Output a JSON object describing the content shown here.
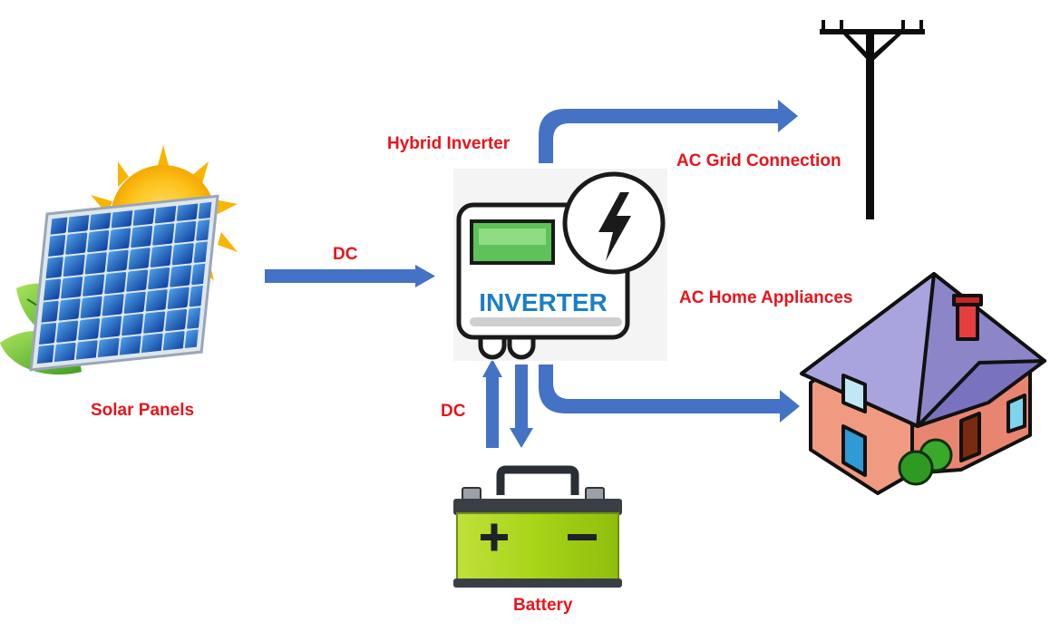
{
  "labels": {
    "hybrid_inverter": "Hybrid Inverter",
    "ac_grid": "AC Grid Connection",
    "ac_home": "AC Home Appliances",
    "dc_solar": "DC",
    "dc_battery": "DC",
    "solar_panels": "Solar Panels",
    "battery": "Battery"
  },
  "inverter": {
    "text": "INVERTER"
  },
  "battery_symbols": {
    "plus": "+",
    "minus": "−"
  },
  "colors": {
    "label_red": "#e8141c",
    "arrow_blue": "#4472c4",
    "inverter_blue": "#1c7fc4",
    "inverter_display": "#5ec25a",
    "battery_green": "#a7d417",
    "roof": "#8c86c9",
    "house_wall": "#f09a82"
  }
}
